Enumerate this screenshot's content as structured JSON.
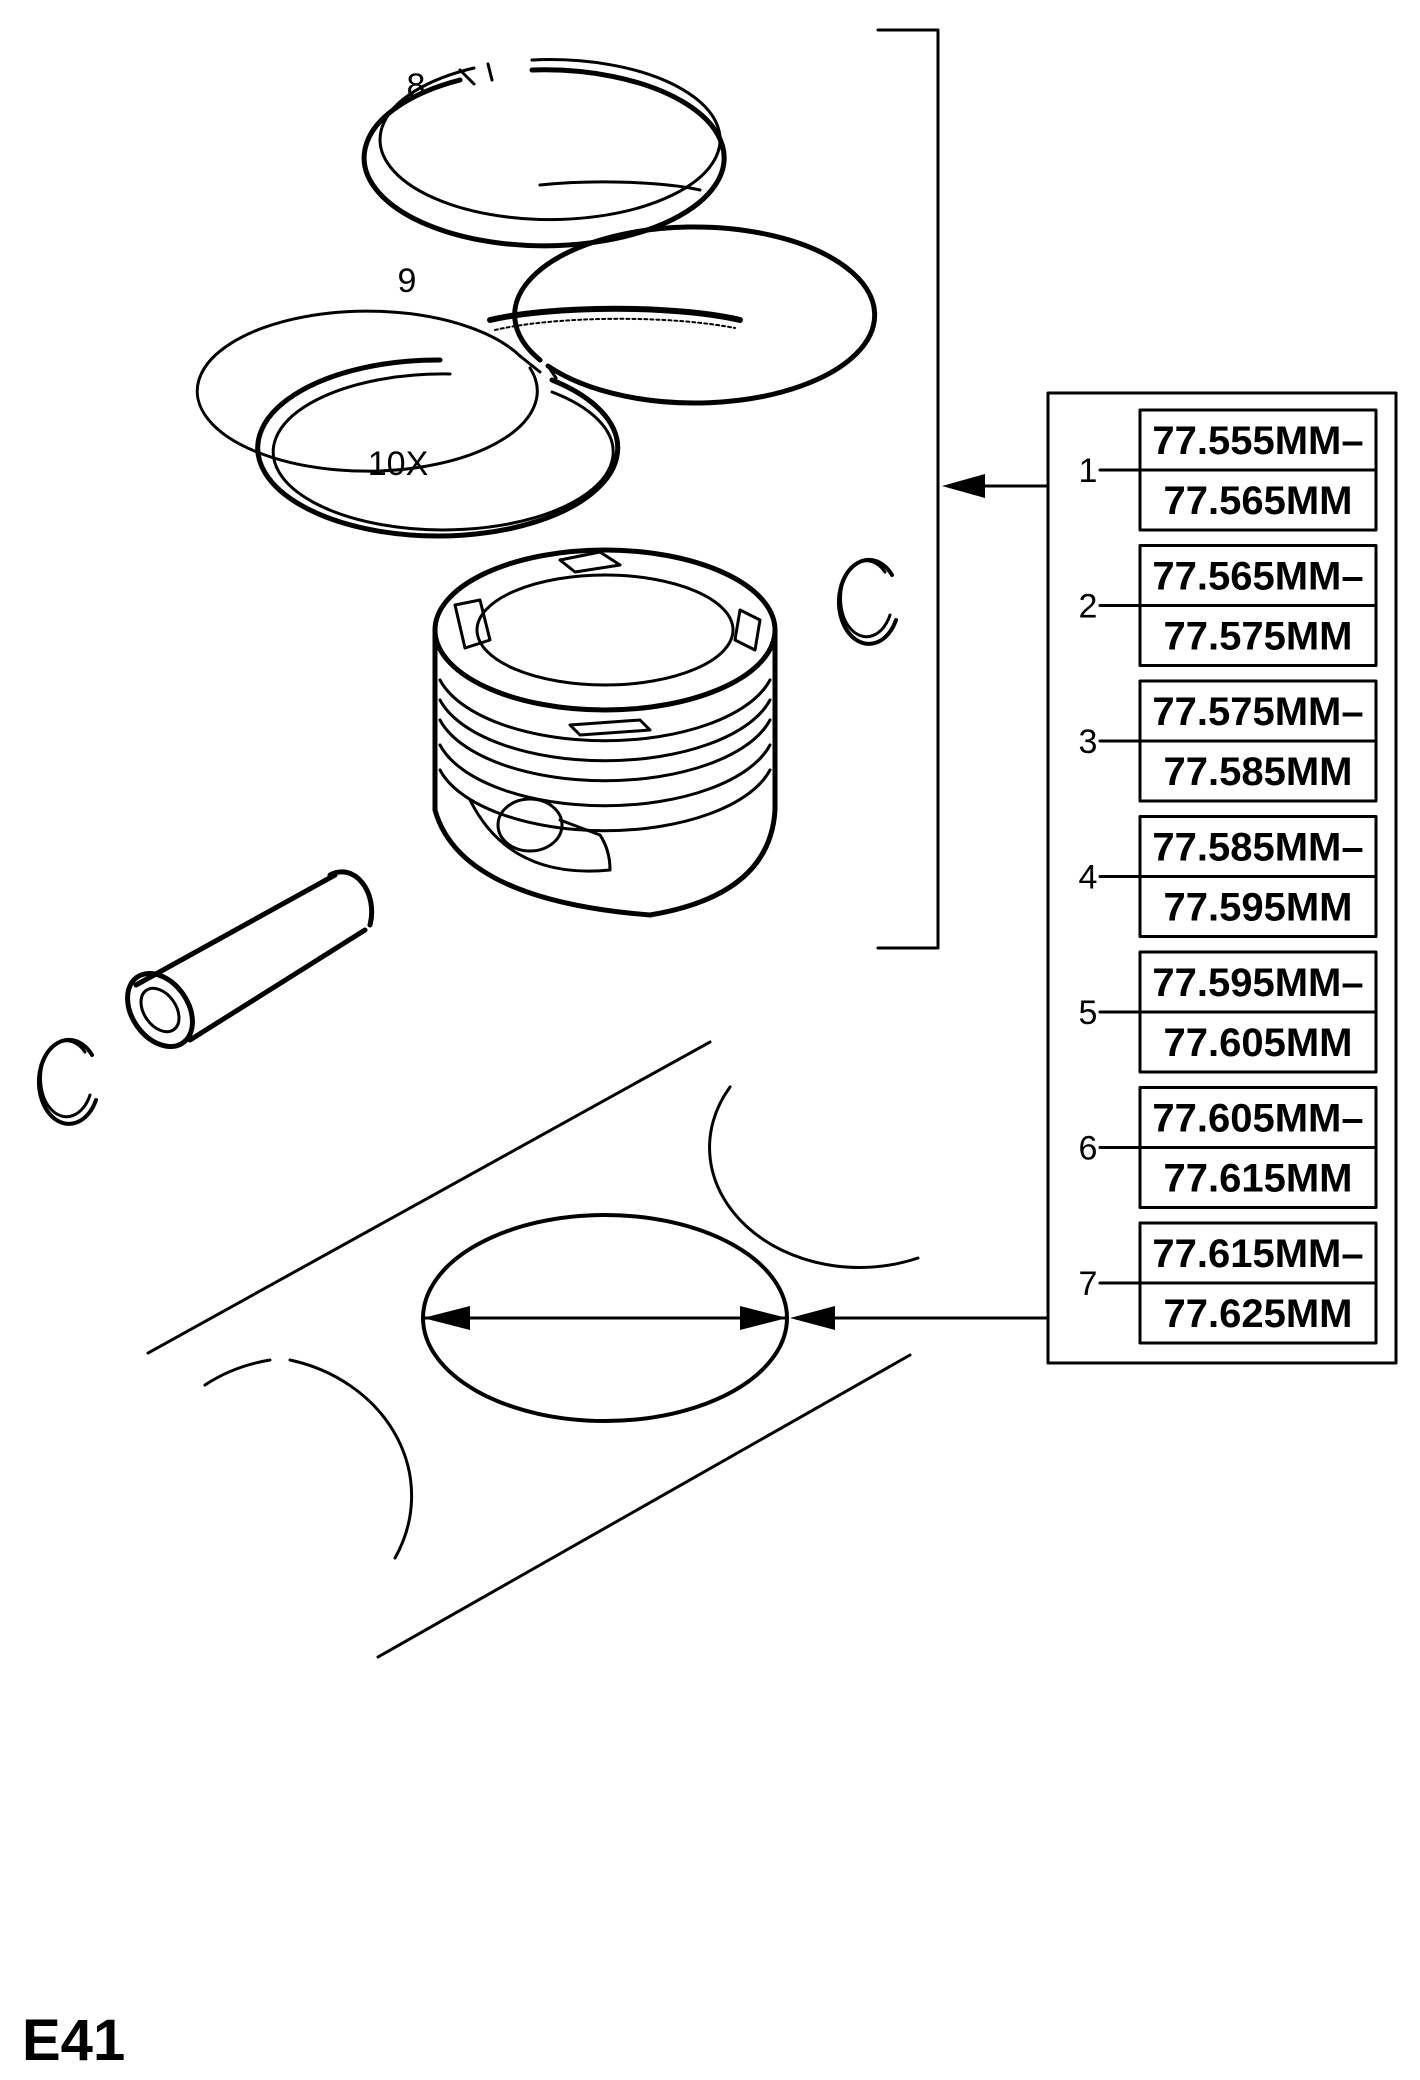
{
  "part_callouts": [
    {
      "id": "ring-8",
      "label": "8"
    },
    {
      "id": "ring-9",
      "label": "9"
    },
    {
      "id": "ring-10",
      "label": "10X"
    }
  ],
  "size_table": {
    "rows": [
      {
        "index": "1",
        "from": "77.555MM–",
        "to": "77.565MM"
      },
      {
        "index": "2",
        "from": "77.565MM–",
        "to": "77.575MM"
      },
      {
        "index": "3",
        "from": "77.575MM–",
        "to": "77.585MM"
      },
      {
        "index": "4",
        "from": "77.585MM–",
        "to": "77.595MM"
      },
      {
        "index": "5",
        "from": "77.595MM–",
        "to": "77.605MM"
      },
      {
        "index": "6",
        "from": "77.605MM–",
        "to": "77.615MM"
      },
      {
        "index": "7",
        "from": "77.615MM–",
        "to": "77.625MM"
      }
    ]
  },
  "page_code": "E41",
  "colors": {
    "ink": "#000000",
    "paper": "#ffffff"
  }
}
